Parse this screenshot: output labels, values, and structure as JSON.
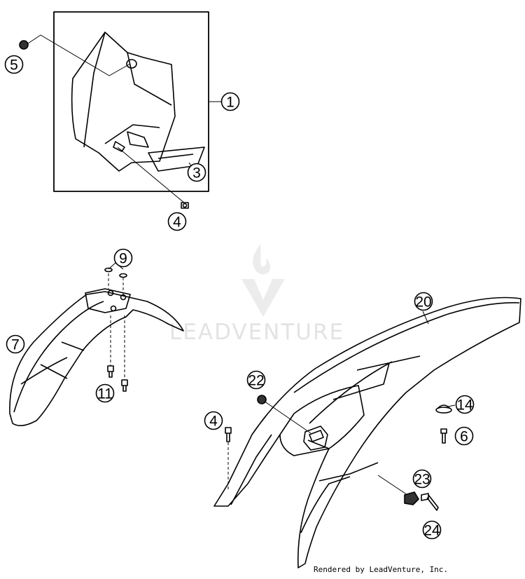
{
  "callouts": {
    "c1": "1",
    "c3": "3",
    "c4a": "4",
    "c5": "5",
    "c6": "6",
    "c7": "7",
    "c9": "9",
    "c11": "11",
    "c14": "14",
    "c20": "20",
    "c22": "22",
    "c4b": "4",
    "c23": "23",
    "c24": "24"
  },
  "watermark": {
    "text": "LEADVENTURE"
  },
  "credit": "Rendered by LeadVenture, Inc."
}
